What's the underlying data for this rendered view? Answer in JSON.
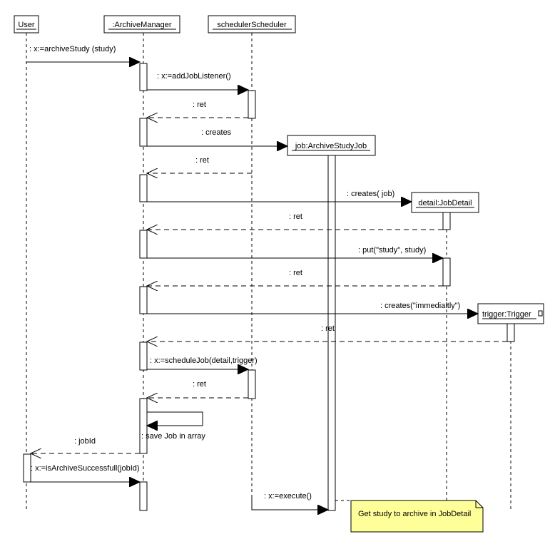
{
  "objects": {
    "user": "User",
    "archive_manager": ":ArchiveManager",
    "scheduler": "schedulerScheduler",
    "job": "job:ArchiveStudyJob",
    "detail": "detail:JobDetail",
    "trigger": "trigger:Trigger"
  },
  "messages": {
    "archive_study": ": x:=archiveStudy (study)",
    "add_job_listener": ": x:=addJobListener()",
    "ret_1": ": ret",
    "creates_job": ":  creates",
    "ret_2": ": ret",
    "creates_detail": ": creates( job)",
    "ret_3": ": ret",
    "put_study": ": put(\"study\", study)",
    "ret_4": ": ret",
    "creates_trigger": ": creates(\"immedialtly\")",
    "ret_5": ": ret",
    "schedule_job": ": x:=scheduleJob(detail,trigger)",
    "ret_6": ": ret",
    "save_job": ": save Job in array",
    "job_id": ": jobId",
    "is_archive_successful": ": x:=isArchiveSuccessfull(jobId)",
    "execute": ": x:=execute()"
  },
  "note": {
    "text": "Get study to archive in JobDetail"
  },
  "colors": {
    "note_fill": "#ffff99",
    "line": "#000000",
    "background": "#ffffff"
  }
}
